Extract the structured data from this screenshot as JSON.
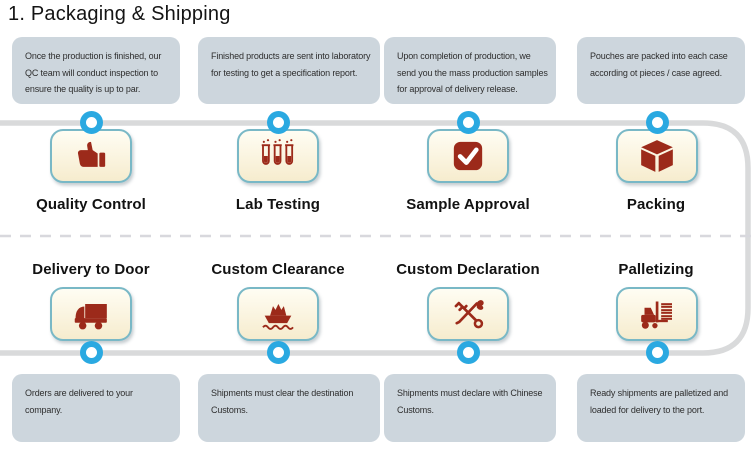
{
  "page": {
    "title": "1. Packaging & Shipping"
  },
  "colors": {
    "accent_blue": "#2aa9e1",
    "icon_red": "#9c2a1a",
    "box_blue_gray": "#cdd6dd",
    "line_gray": "#d9dadb",
    "icon_box_border": "#79b8c6"
  },
  "steps": [
    {
      "label": "Quality Control",
      "icon": "thumbs-up-icon",
      "description": "Once the production is finished, our QC team will conduct inspection to ensure the quality is up to par."
    },
    {
      "label": "Lab Testing",
      "icon": "test-tubes-icon",
      "description": "Finished products are sent into laboratory for testing to get a specification report."
    },
    {
      "label": "Sample Approval",
      "icon": "checkmark-icon",
      "description": "Upon completion of production, we send you the mass production samples for approval of delivery release."
    },
    {
      "label": "Packing",
      "icon": "box-icon",
      "description": "Pouches are packed into each case according ot pieces / case agreed."
    },
    {
      "label": "Delivery to Door",
      "icon": "truck-icon",
      "description": "Orders are delivered to your company."
    },
    {
      "label": "Custom Clearance",
      "icon": "ship-icon",
      "description": "Shipments must clear the destination Customs."
    },
    {
      "label": "Custom Declaration",
      "icon": "crossed-keys-icon",
      "description": "Shipments must declare with Chinese Customs."
    },
    {
      "label": "Palletizing",
      "icon": "forklift-icon",
      "description": "Ready shipments are palletized and loaded for delivery to the port."
    }
  ]
}
